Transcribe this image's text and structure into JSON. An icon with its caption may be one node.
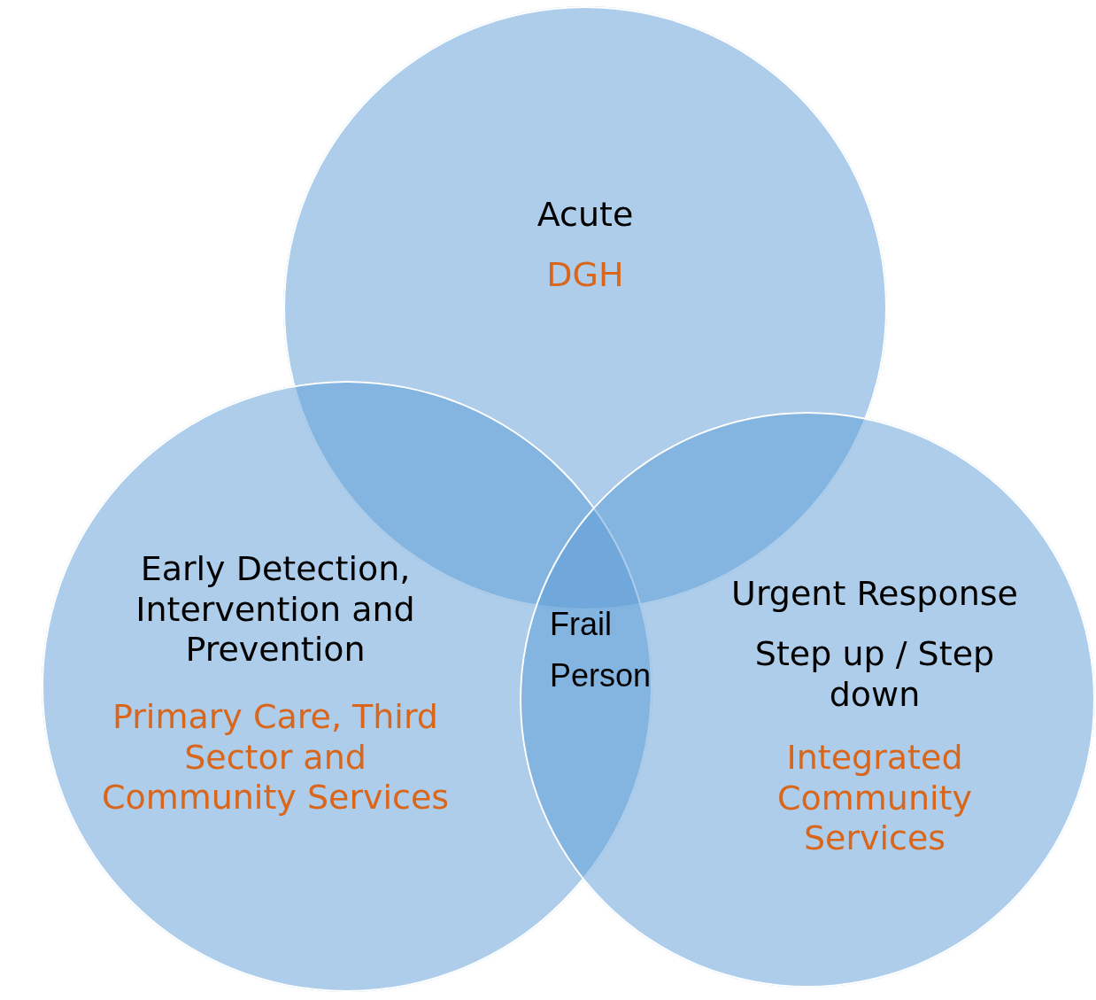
{
  "diagram": {
    "nodes": [
      {
        "text": [
          "Acute",
          "DGH"
        ]
      },
      {
        "text": [
          "Early Detection, Intervention and Prevention",
          "Primary Care, Third Sector and Community Services"
        ]
      },
      {
        "text": [
          "Urgent Response",
          "Step up / Step down",
          "Integrated Community Services"
        ]
      }
    ],
    "edges": [],
    "labels": [
      "Frail Person"
    ]
  }
}
